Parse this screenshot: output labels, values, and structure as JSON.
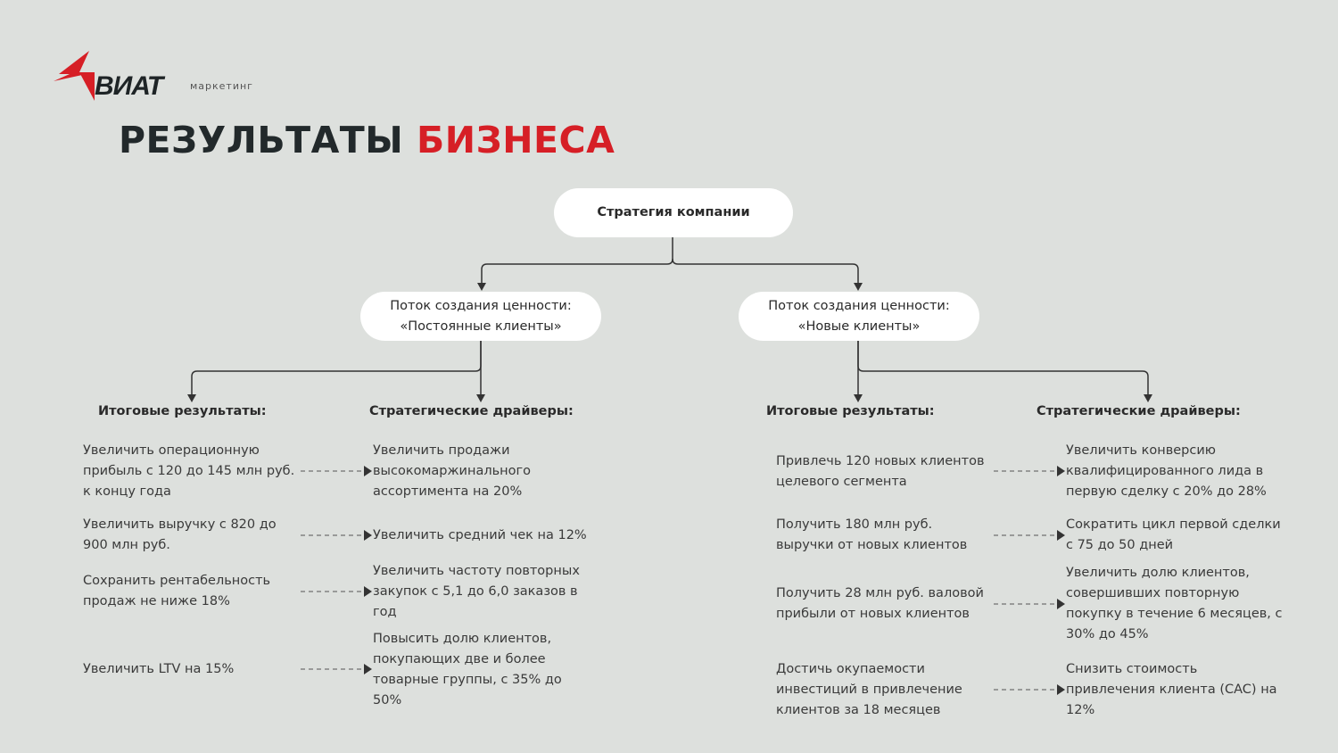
{
  "brand": {
    "name": "ВИАТ",
    "subtitle": "маркетинг",
    "accent_color": "#d61f26"
  },
  "title": {
    "part1": "РЕЗУЛЬТАТЫ",
    "part2": "БИЗНЕСА"
  },
  "root": {
    "label": "Стратегия компании"
  },
  "streams": [
    {
      "line1": "Поток создания ценности:",
      "line2": "«Постоянные клиенты»",
      "results_header": "Итоговые результаты:",
      "drivers_header": "Стратегические драйверы:",
      "results": [
        [
          "Увеличить операционную",
          "прибыль с 120 до 145 млн руб.",
          "к концу года"
        ],
        [
          "Увеличить выручку с 820 до",
          "900 млн руб."
        ],
        [
          "Сохранить рентабельность",
          "продаж не ниже 18%"
        ],
        [
          "Увеличить LTV на 15%"
        ]
      ],
      "drivers": [
        [
          "Увеличить продажи",
          "высокомаржинального",
          "ассортимента на 20%"
        ],
        [
          "Увеличить средний чек на 12%"
        ],
        [
          "Увеличить частоту повторных",
          "закупок с 5,1 до 6,0 заказов в",
          "год"
        ],
        [
          "Повысить долю клиентов,",
          "покупающих две и более",
          "товарные группы, с 35% до",
          "50%"
        ]
      ]
    },
    {
      "line1": "Поток создания ценности:",
      "line2": "«Новые клиенты»",
      "results_header": "Итоговые результаты:",
      "drivers_header": "Стратегические драйверы:",
      "results": [
        [
          "Привлечь 120 новых клиентов",
          "целевого сегмента"
        ],
        [
          "Получить 180 млн руб.",
          "выручки от новых клиентов"
        ],
        [
          "Получить 28 млн руб. валовой",
          "прибыли от новых клиентов"
        ],
        [
          "Достичь окупаемости",
          "инвестиций в привлечение",
          "клиентов за 18 месяцев"
        ]
      ],
      "drivers": [
        [
          "Увеличить конверсию",
          "квалифицированного лида в",
          "первую сделку с 20% до 28%"
        ],
        [
          "Сократить цикл первой сделки",
          "с 75 до 50 дней"
        ],
        [
          "Увеличить долю клиентов,",
          "совершивших повторную",
          "покупку в течение 6 месяцев, с",
          "30% до 45%"
        ],
        [
          "Снизить стоимость",
          "привлечения клиента (CAC) на",
          "12%"
        ]
      ]
    }
  ]
}
